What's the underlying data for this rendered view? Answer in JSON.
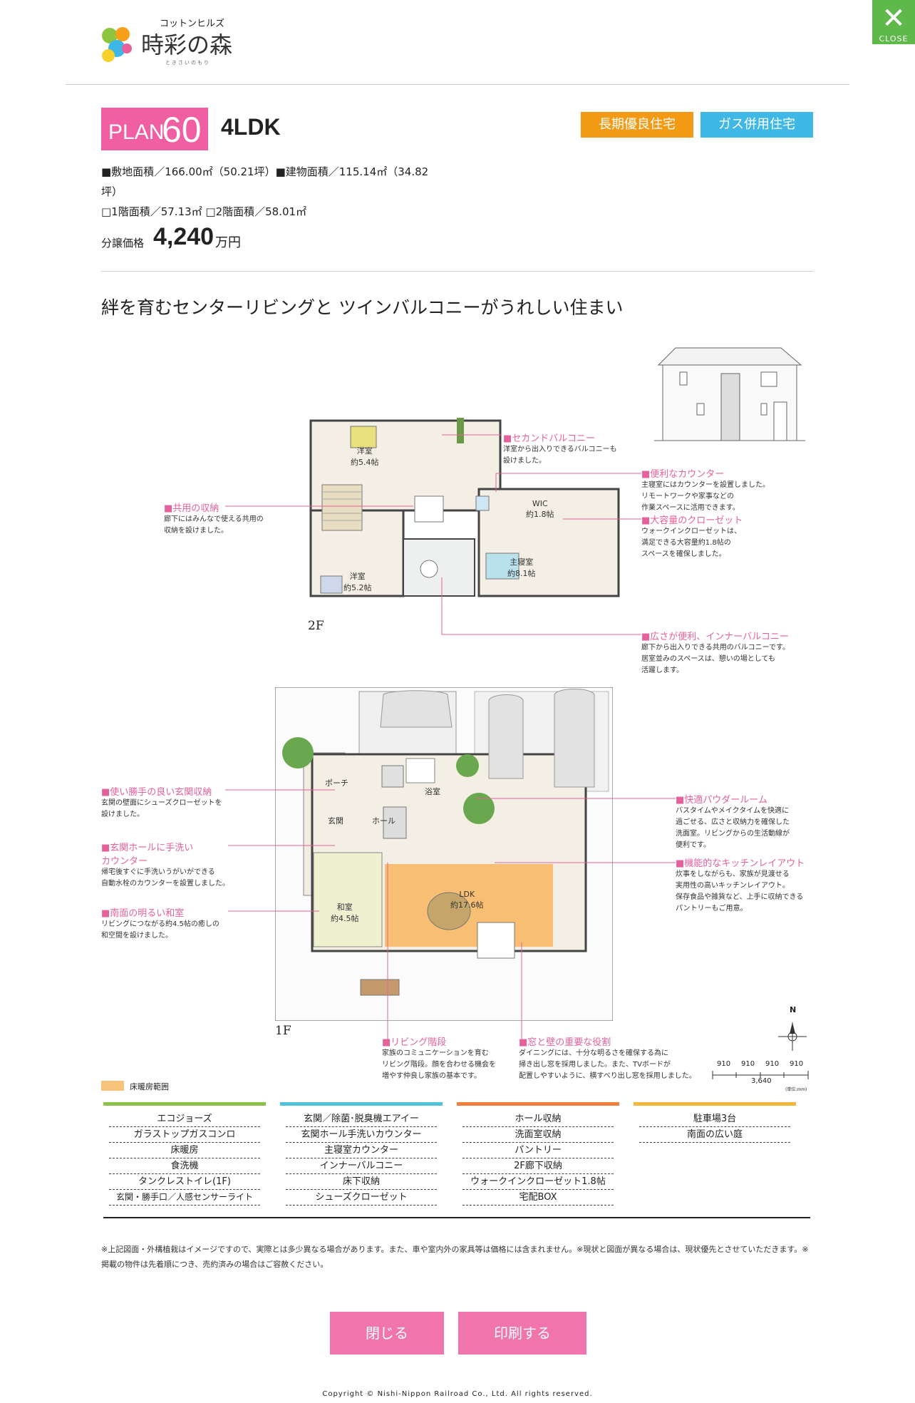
{
  "header": {
    "logo_small": "コットンヒルズ",
    "logo_main": "時彩の森",
    "logo_reading": "ときさいのもり",
    "close_label": "CLOSE"
  },
  "plan": {
    "prefix": "PLAN",
    "number": "60",
    "layout": "4LDK",
    "tags": [
      "長期優良住宅",
      "ガス併用住宅"
    ],
    "tag_colors": [
      "#f39a14",
      "#3fb8e6"
    ],
    "spec_line1": "■敷地面積／166.00㎡（50.21坪）■建物面積／115.14㎡（34.82",
    "spec_line2": "坪）",
    "spec_line3": "□1階面積／57.13㎡ □2階面積／58.01㎡",
    "price_label": "分譲価格",
    "price_value": "4,240",
    "price_unit": "万円",
    "catchcopy": "絆を育むセンターリビングと ツインバルコニーがうれしい住まい"
  },
  "floorplan": {
    "floor2_label": "2F",
    "floor1_label": "1F",
    "rooms2f": [
      {
        "name": "洋室\n約5.4帖"
      },
      {
        "name": "WIC\n約1.8帖"
      },
      {
        "name": "主寝室\n約8.1帖"
      },
      {
        "name": "洋室\n約5.2帖"
      }
    ],
    "rooms1f": [
      {
        "name": "ポーチ"
      },
      {
        "name": "玄関"
      },
      {
        "name": "ホール"
      },
      {
        "name": "浴室"
      },
      {
        "name": "和室\n約4.5帖"
      },
      {
        "name": "LDK\n約17.6帖"
      }
    ],
    "callouts": [
      {
        "title": "■セカンドバルコニー",
        "body": "洋室から出入りできるバルコニーも\n設けました。"
      },
      {
        "title": "■便利なカウンター",
        "body": "主寝室にはカウンターを設置しました。\nリモートワークや家事などの\n作業スペースに活用できます。"
      },
      {
        "title": "■大容量のクローゼット",
        "body": "ウォークインクローゼットは、\n満足できる大容量約1.8帖の\nスペースを確保しました。"
      },
      {
        "title": "■共用の収納",
        "body": "廊下にはみんなで使える共用の\n収納を設けました。"
      },
      {
        "title": "■広さが便利、インナーバルコニー",
        "body": "廊下から出入りできる共用のバルコニーです。\n居室並みのスペースは、憩いの場としても\n活躍します。"
      },
      {
        "title": "■使い勝手の良い玄関収納",
        "body": "玄関の壁面にシューズクローゼットを\n設けました。"
      },
      {
        "title": "■玄関ホールに手洗い\nカウンター",
        "body": "帰宅後すぐに手洗いうがいができる\n自動水栓のカウンターを設置しました。"
      },
      {
        "title": "■南面の明るい和室",
        "body": "リビングにつながる約4.5帖の癒しの\n和空間を設けました。"
      },
      {
        "title": "■快適パウダールーム",
        "body": "バスタイムやメイクタイムを快適に\n過ごせる、広さと収納力を確保した\n洗面室。リビングからの生活動線が\n便利です。"
      },
      {
        "title": "■機能的なキッチンレイアウト",
        "body": "炊事をしながらも、家族が見渡せる\n実用性の高いキッチンレイアウト。\n保存食品や雑貨など、上手に収納できる\nパントリーもご用意。"
      },
      {
        "title": "■リビング階段",
        "body": "家族のコミュニケーションを育む\nリビング階段。顔を合わせる機会を\n増やす仲良し家族の基本です。"
      },
      {
        "title": "■窓と壁の重要な役割",
        "body": "ダイニングには、十分な明るさを確保する為に\n掃き出し窓を採用しました。また、TVボードが\n配置しやすいように、横すべり出し窓を採用しました。"
      }
    ],
    "legend": "床暖房範囲",
    "legend_color": "#f7c27a",
    "north": "N",
    "dims": [
      "910",
      "910",
      "910",
      "910"
    ],
    "dim_total": "3,640",
    "dim_unit": "(単位:mm)"
  },
  "equipment": {
    "band_colors": [
      "#8bc34a",
      "#4fc3dc",
      "#f07f3c",
      "#f5b83d"
    ],
    "columns": [
      [
        "エコジョーズ",
        "ガラストップガスコンロ",
        "床暖房",
        "食洗機",
        "タンクレストイレ(1F)",
        "玄関・勝手口／人感センサーライト"
      ],
      [
        "玄関／除菌･脱臭機エアイー",
        "玄関ホール手洗いカウンター",
        "主寝室カウンター",
        "インナーバルコニー",
        "床下収納",
        "シューズクローゼット"
      ],
      [
        "ホール収納",
        "洗面室収納",
        "パントリー",
        "2F廊下収納",
        "ウォークインクローゼット1.8帖",
        "宅配BOX"
      ],
      [
        "駐車場3台",
        "南面の広い庭"
      ]
    ]
  },
  "note": "※上記図面・外構植栽はイメージですので、実際とは多少異なる場合があります。また、車や室内外の家具等は価格には含まれません。※現状と図面が異なる場合は、現状優先とさせていただきます。※掲載の物件は先着順につき、売約済みの場合はご容赦ください。",
  "buttons": {
    "close": "閉じる",
    "print": "印刷する"
  },
  "copyright": "Copyright © Nishi-Nippon Railroad Co., Ltd. All rights reserved."
}
